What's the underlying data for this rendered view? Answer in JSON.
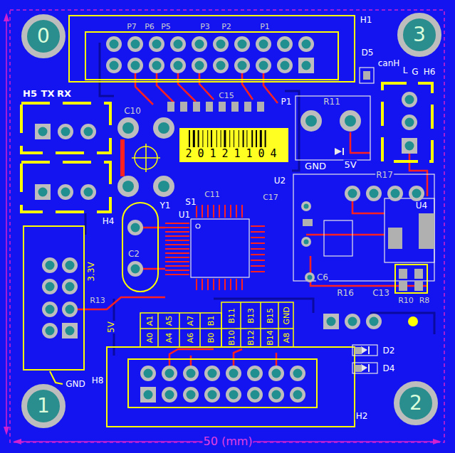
{
  "diagram": {
    "nodes": [
      {
        "text": [
          "0"
        ]
      },
      {
        "text": [
          "3"
        ]
      },
      {
        "text": [
          "20121104"
        ]
      },
      {
        "text": [
          "1"
        ]
      },
      {
        "text": [
          "2"
        ]
      }
    ],
    "labels": [
      "P7",
      "P6",
      "P5",
      "P3",
      "P2",
      "P1",
      "H1",
      "D5",
      "canH",
      "L",
      "G",
      "H6",
      "H5",
      "TX",
      "RX",
      "C10",
      "C15",
      "P1",
      "R11",
      "GND",
      "5V",
      "R17",
      "U2",
      "C11",
      "S1",
      "C17",
      "Y1",
      "H4",
      "U1",
      "U4",
      "C2",
      "C6",
      "3.3V",
      "R13",
      "R16",
      "C13",
      "R10",
      "R8",
      "5V",
      "A1",
      "A5",
      "A7",
      "B1",
      "B11",
      "B13",
      "B15",
      "GND",
      "A0",
      "A4",
      "A6",
      "B0",
      "B10",
      "B12",
      "B14",
      "A8",
      "D2",
      "D4",
      "H8",
      "GND",
      "H2",
      "50 (mm)"
    ]
  }
}
